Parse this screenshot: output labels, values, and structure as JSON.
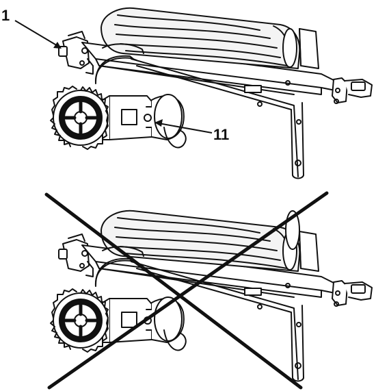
{
  "callouts": {
    "label_1": "1",
    "label_11": "11"
  },
  "colors": {
    "ink": "#111111",
    "paper": "#ffffff",
    "wood_shade": "#f4f4f4",
    "mark_ok": "none",
    "mark_wrong": "#111111"
  },
  "panels": [
    {
      "name": "correct-usage",
      "crossed_out": false
    },
    {
      "name": "incorrect-usage",
      "crossed_out": true
    }
  ]
}
